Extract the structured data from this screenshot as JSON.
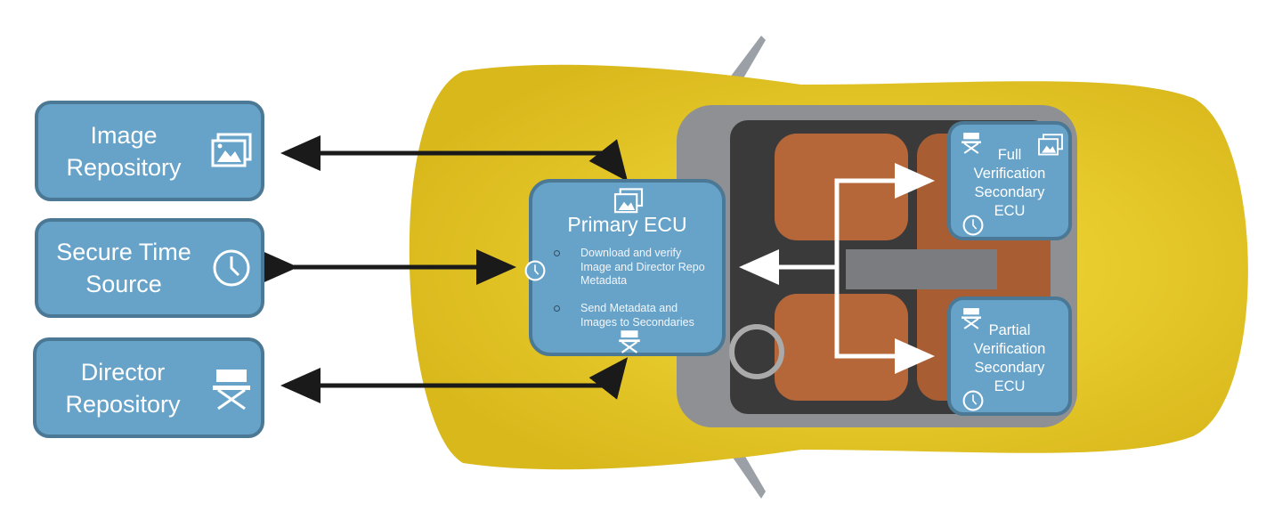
{
  "repositories": [
    {
      "label": "Image Repository",
      "line1": "Image",
      "line2": "Repository",
      "icon": "image-icon"
    },
    {
      "label": "Secure Time Source",
      "line1": "Secure Time",
      "line2": "Source",
      "icon": "clock-icon"
    },
    {
      "label": "Director Repository",
      "line1": "Director",
      "line2": "Repository",
      "icon": "director-chair-icon"
    }
  ],
  "primary_ecu": {
    "title": "Primary ECU",
    "bullets": [
      "Download and verify Image and Director Repo Metadata",
      "Send Metadata and Images to Secondaries"
    ]
  },
  "secondaries": [
    {
      "line1": "Full",
      "line2": "Verification",
      "line3": "Secondary",
      "line4": "ECU"
    },
    {
      "line1": "Partial",
      "line2": "Verification",
      "line3": "Secondary",
      "line4": "ECU"
    }
  ],
  "colors": {
    "box_fill": "#67a3c9",
    "box_border": "#4b7894",
    "car": "#e9cc2a",
    "arrow_black": "#1a1a1a",
    "arrow_white": "#ffffff"
  }
}
